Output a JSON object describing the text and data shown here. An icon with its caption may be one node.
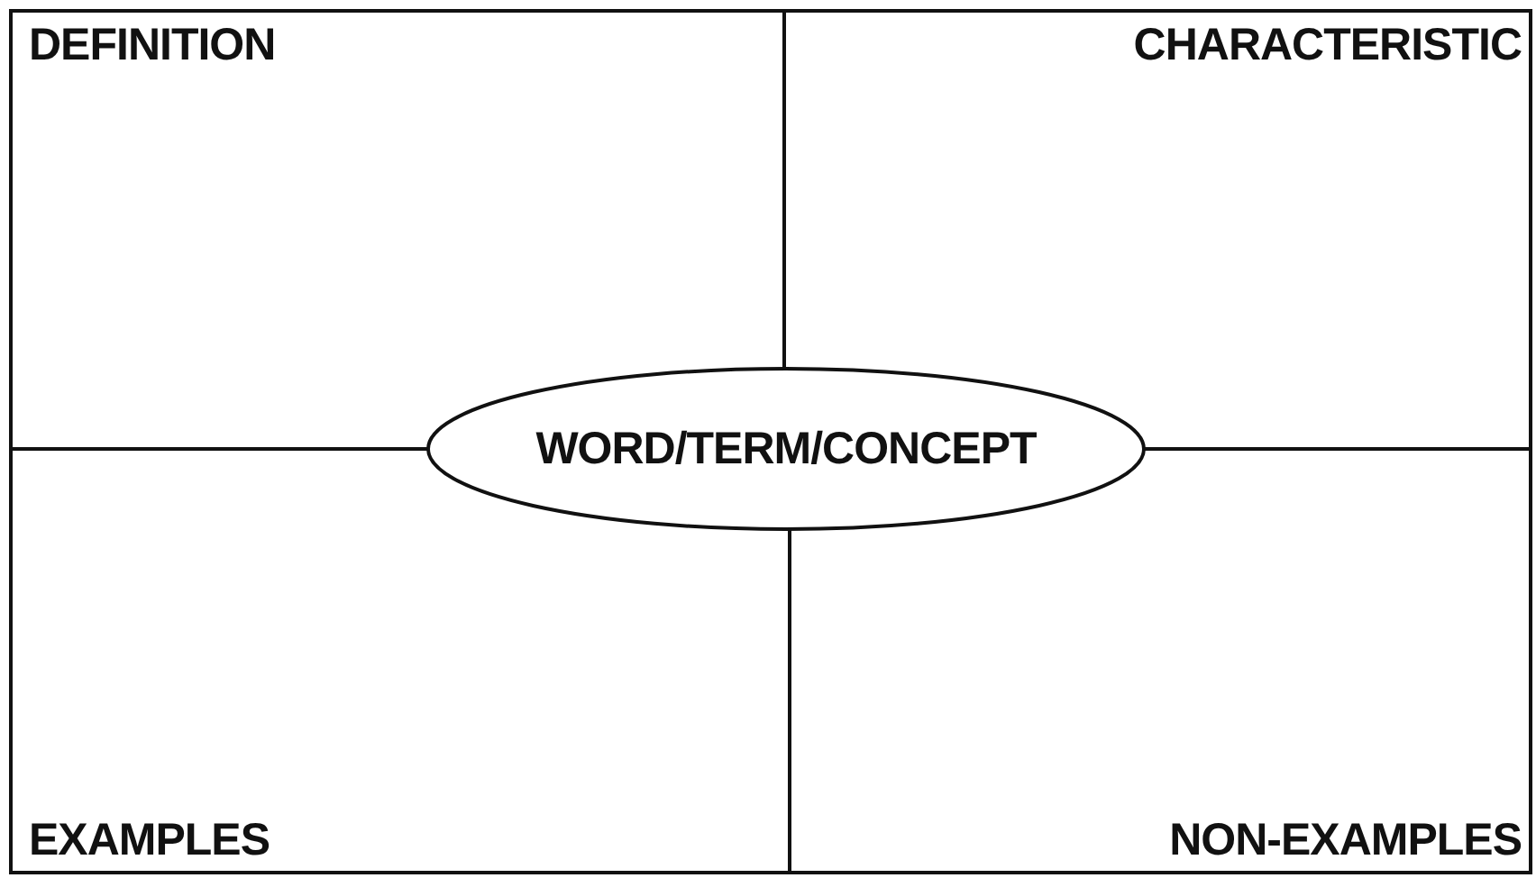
{
  "diagram": {
    "nodes": [
      {
        "text": [
          "DEFINITION"
        ]
      },
      {
        "text": [
          "CHARACTERISTIC"
        ]
      },
      {
        "text": [
          "WORD/TERM/CONCEPT"
        ]
      },
      {
        "text": [
          "EXAMPLES"
        ]
      },
      {
        "text": [
          "NON-EXAMPLES"
        ]
      }
    ],
    "edges": []
  }
}
